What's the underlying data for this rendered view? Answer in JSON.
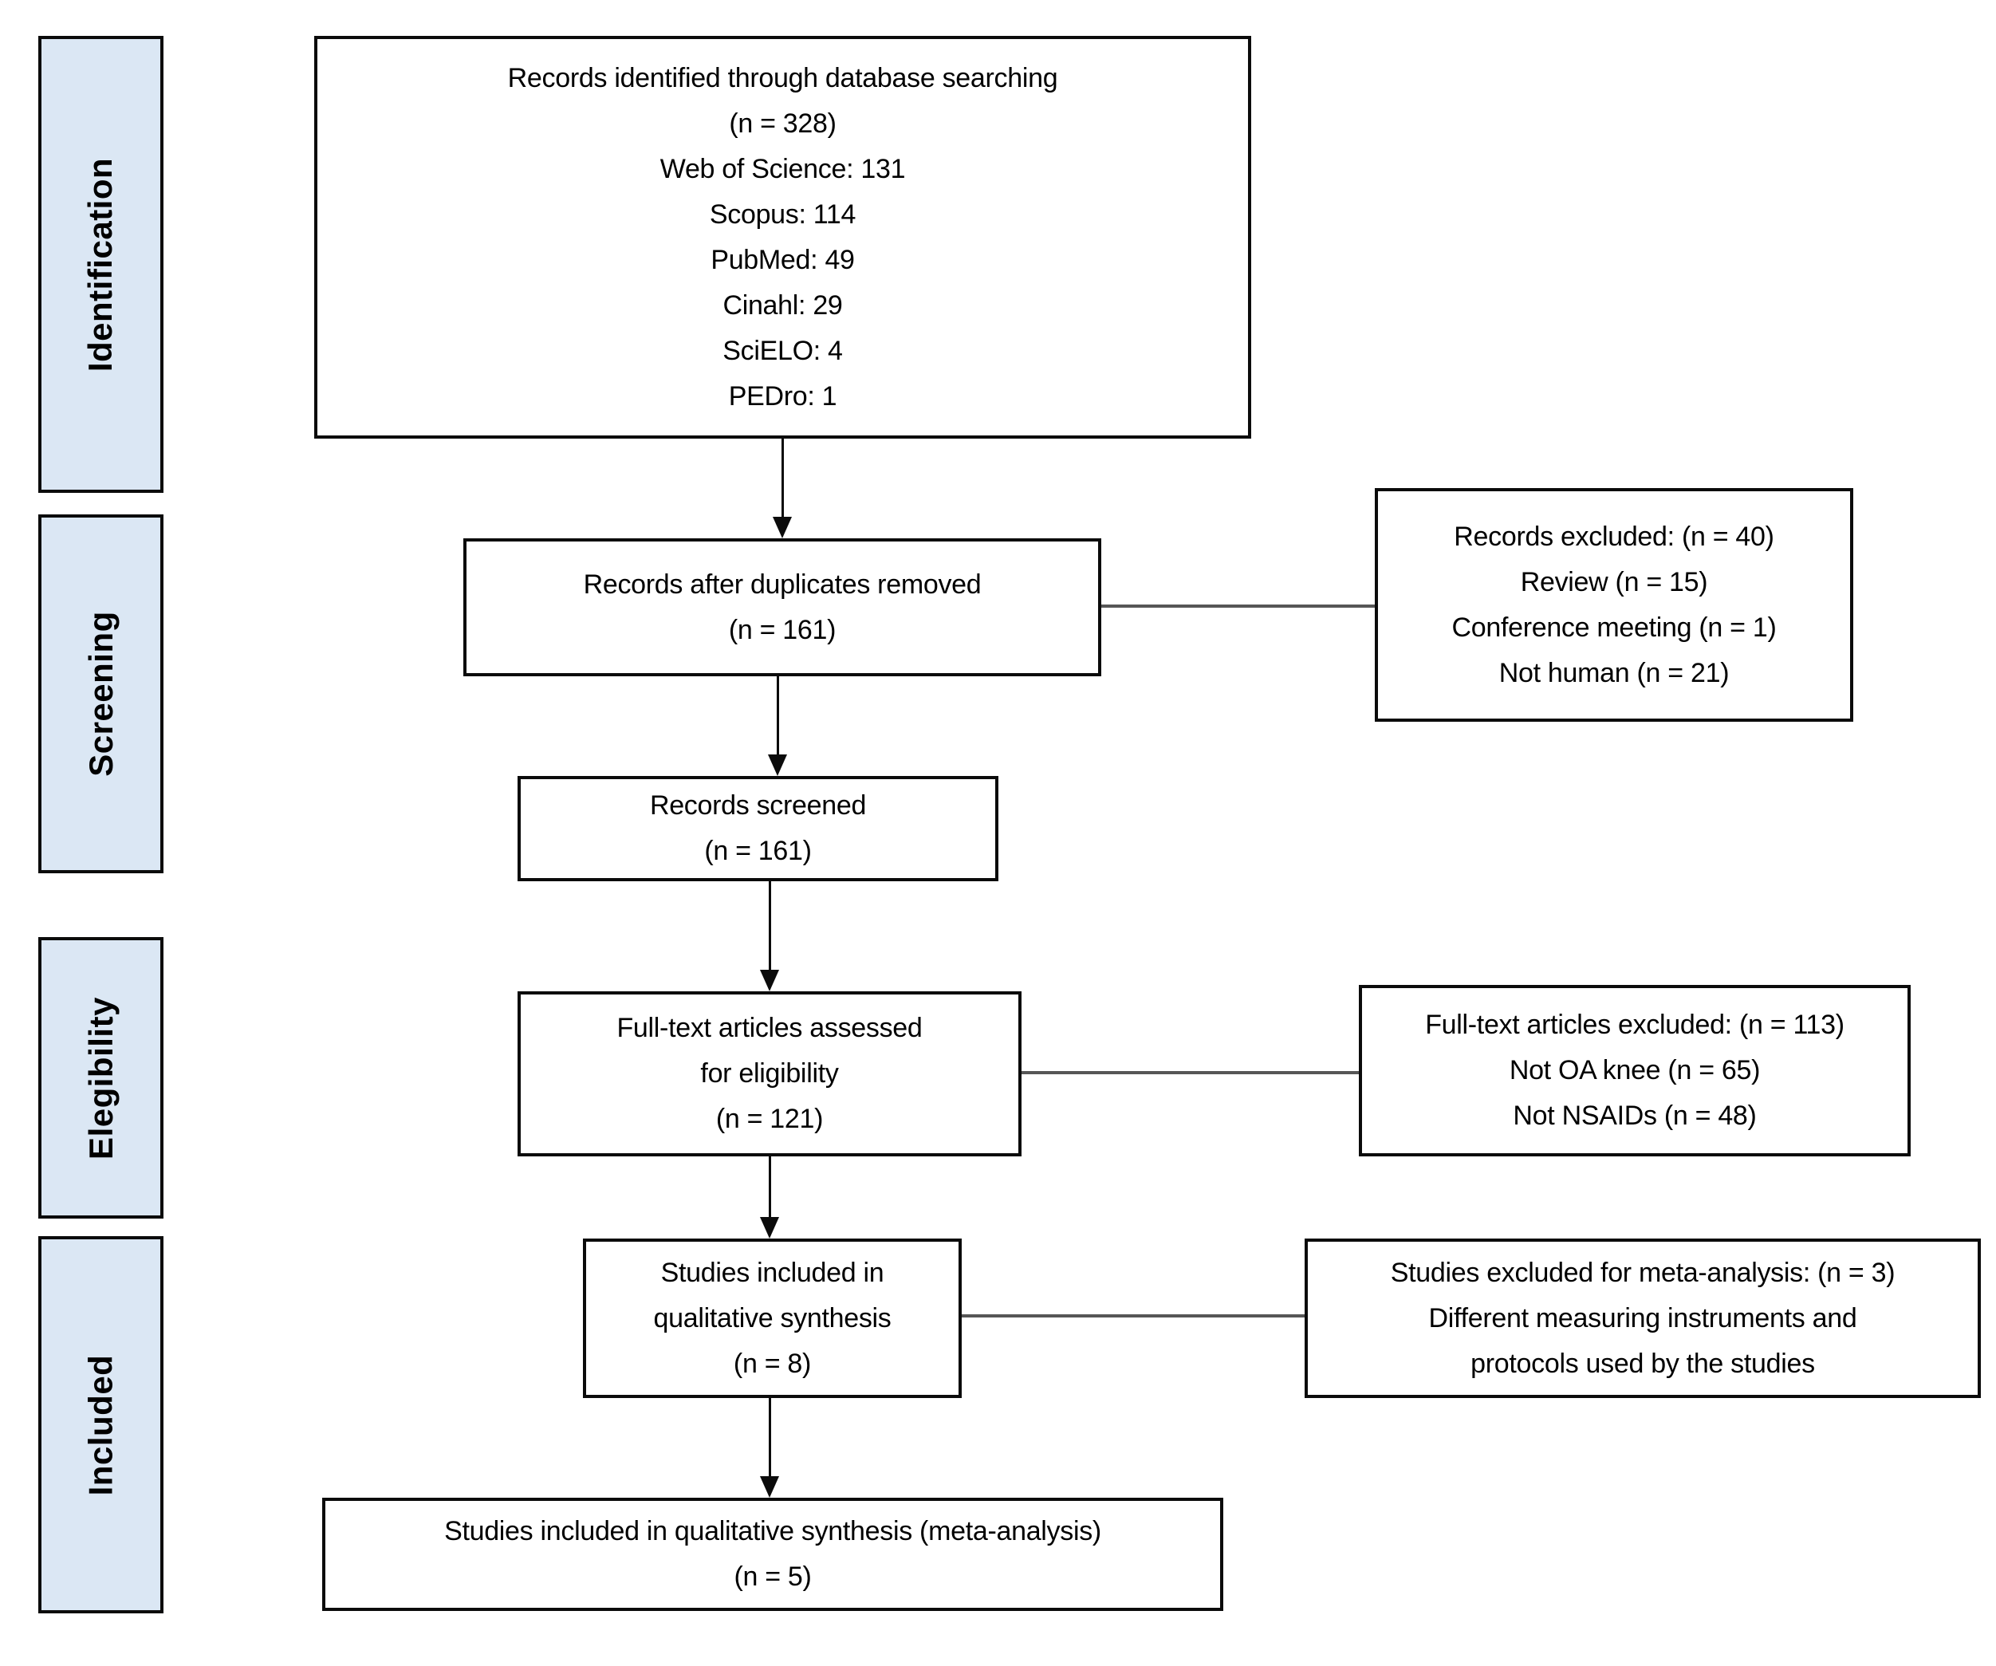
{
  "diagram": {
    "kind": "PRISMA flow diagram",
    "palette": {
      "stage_fill": "#dbe7f4",
      "box_border": "#0b0b0b",
      "box_fill": "#ffffff",
      "connector_gray": "#565656",
      "arrow_black": "#0b0b0b"
    },
    "stages": [
      {
        "label": "Identification"
      },
      {
        "label": "Screening"
      },
      {
        "label": "Elegibility"
      },
      {
        "label": "Included"
      }
    ],
    "boxes": {
      "identified": {
        "text": "Records identified through database searching\n(n = 328)\nWeb of Science: 131\nScopus: 114\nPubMed: 49\nCinahl: 29\nSciELO: 4\nPEDro: 1"
      },
      "duplicates_removed": {
        "text": "Records after duplicates removed\n(n = 161)"
      },
      "records_excluded": {
        "text": "Records excluded: (n = 40)\nReview (n = 15)\nConference meeting (n = 1)\nNot human (n = 21)"
      },
      "screened": {
        "text": "Records screened\n(n = 161)"
      },
      "fulltext_assessed": {
        "text": "Full-text articles assessed\nfor eligibility\n(n = 121)"
      },
      "fulltext_excluded": {
        "text": "Full-text articles excluded: (n = 113)\nNot OA knee (n = 65)\nNot NSAIDs (n = 48)"
      },
      "qualitative_included": {
        "text": "Studies included in\nqualitative synthesis\n(n = 8)"
      },
      "meta_excluded": {
        "text": "Studies excluded for meta-analysis: (n = 3)\nDifferent measuring instruments and\nprotocols used by the studies"
      },
      "meta_included": {
        "text": "Studies included in qualitative synthesis (meta-analysis)\n(n = 5)"
      }
    }
  }
}
